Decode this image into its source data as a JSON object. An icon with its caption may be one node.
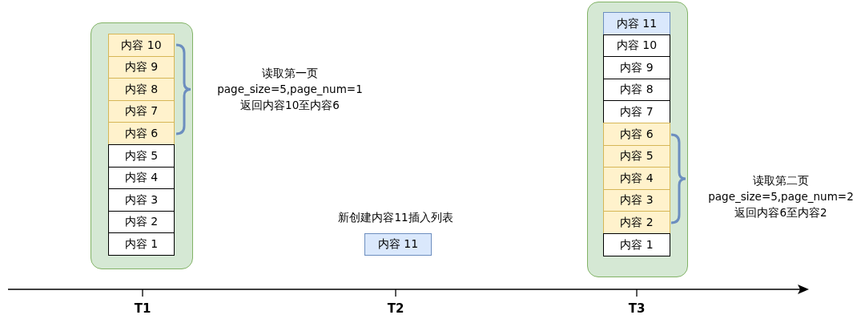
{
  "diagram": {
    "nodes": [
      {
        "text": [],
        "shape": "box"
      },
      {
        "text": [
          "内容 10"
        ],
        "in": 0
      },
      {
        "text": [
          "内容 9"
        ],
        "in": 0
      },
      {
        "text": [
          "内容 8"
        ],
        "in": 0
      },
      {
        "text": [
          "内容 7"
        ],
        "in": 0
      },
      {
        "text": [
          "内容 6"
        ],
        "in": 0
      },
      {
        "text": [
          "内容 5"
        ],
        "in": 0
      },
      {
        "text": [
          "内容 4"
        ],
        "in": 0
      },
      {
        "text": [
          "内容 3"
        ],
        "in": 0
      },
      {
        "text": [
          "内容 2"
        ],
        "in": 0
      },
      {
        "text": [
          "内容 1"
        ],
        "in": 0
      },
      {
        "text": [
          "内容 11"
        ]
      },
      {
        "text": [],
        "shape": "box"
      },
      {
        "text": [
          "内容 11"
        ],
        "in": 12
      },
      {
        "text": [
          "内容 10"
        ],
        "in": 12
      },
      {
        "text": [
          "内容 9"
        ],
        "in": 12
      },
      {
        "text": [
          "内容 8"
        ],
        "in": 12
      },
      {
        "text": [
          "内容 7"
        ],
        "in": 12
      },
      {
        "text": [
          "内容 6"
        ],
        "in": 12
      },
      {
        "text": [
          "内容 5"
        ],
        "in": 12
      },
      {
        "text": [
          "内容 4"
        ],
        "in": 12
      },
      {
        "text": [
          "内容 3"
        ],
        "in": 12
      },
      {
        "text": [
          "内容 2"
        ],
        "in": 12
      },
      {
        "text": [
          "内容 1"
        ],
        "in": 12
      }
    ],
    "edges": [],
    "labels": [
      "读取第一页",
      "page_size=5,page_num=1",
      "返回内容10至内容6",
      "新创建内容11插入列表",
      "读取第二页",
      "page_size=5,page_num=2",
      "返回内容6至内容2",
      "T1",
      "T2",
      "T3"
    ]
  }
}
